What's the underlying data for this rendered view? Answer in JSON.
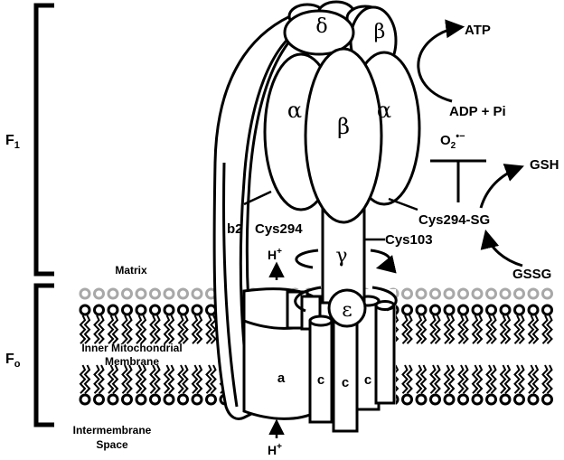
{
  "labels": {
    "f1": "F",
    "f1_sub": "1",
    "fo": "F",
    "fo_sub": "o",
    "matrix": "Matrix",
    "inner_membrane_1": "Inner Mitochondrial",
    "inner_membrane_2": "Membrane",
    "intermembrane_1": "Intermembrane",
    "intermembrane_2": "Space",
    "atp": "ATP",
    "adp_pi": "ADP + Pi",
    "o2": "O",
    "o2_sub": "2",
    "o2_sup": "•−",
    "gsh": "GSH",
    "gssg": "GSSG",
    "cys294_sg": "Cys294-SG",
    "cys294": "Cys294",
    "cys103": "Cys103",
    "b2": "b2",
    "h_top": "H",
    "h_bottom": "H",
    "h_sup": "+",
    "subunit_a": "a",
    "subunit_c": "c",
    "delta": "δ",
    "beta": "β",
    "alpha": "α",
    "gamma": "γ",
    "epsilon": "ε"
  }
}
